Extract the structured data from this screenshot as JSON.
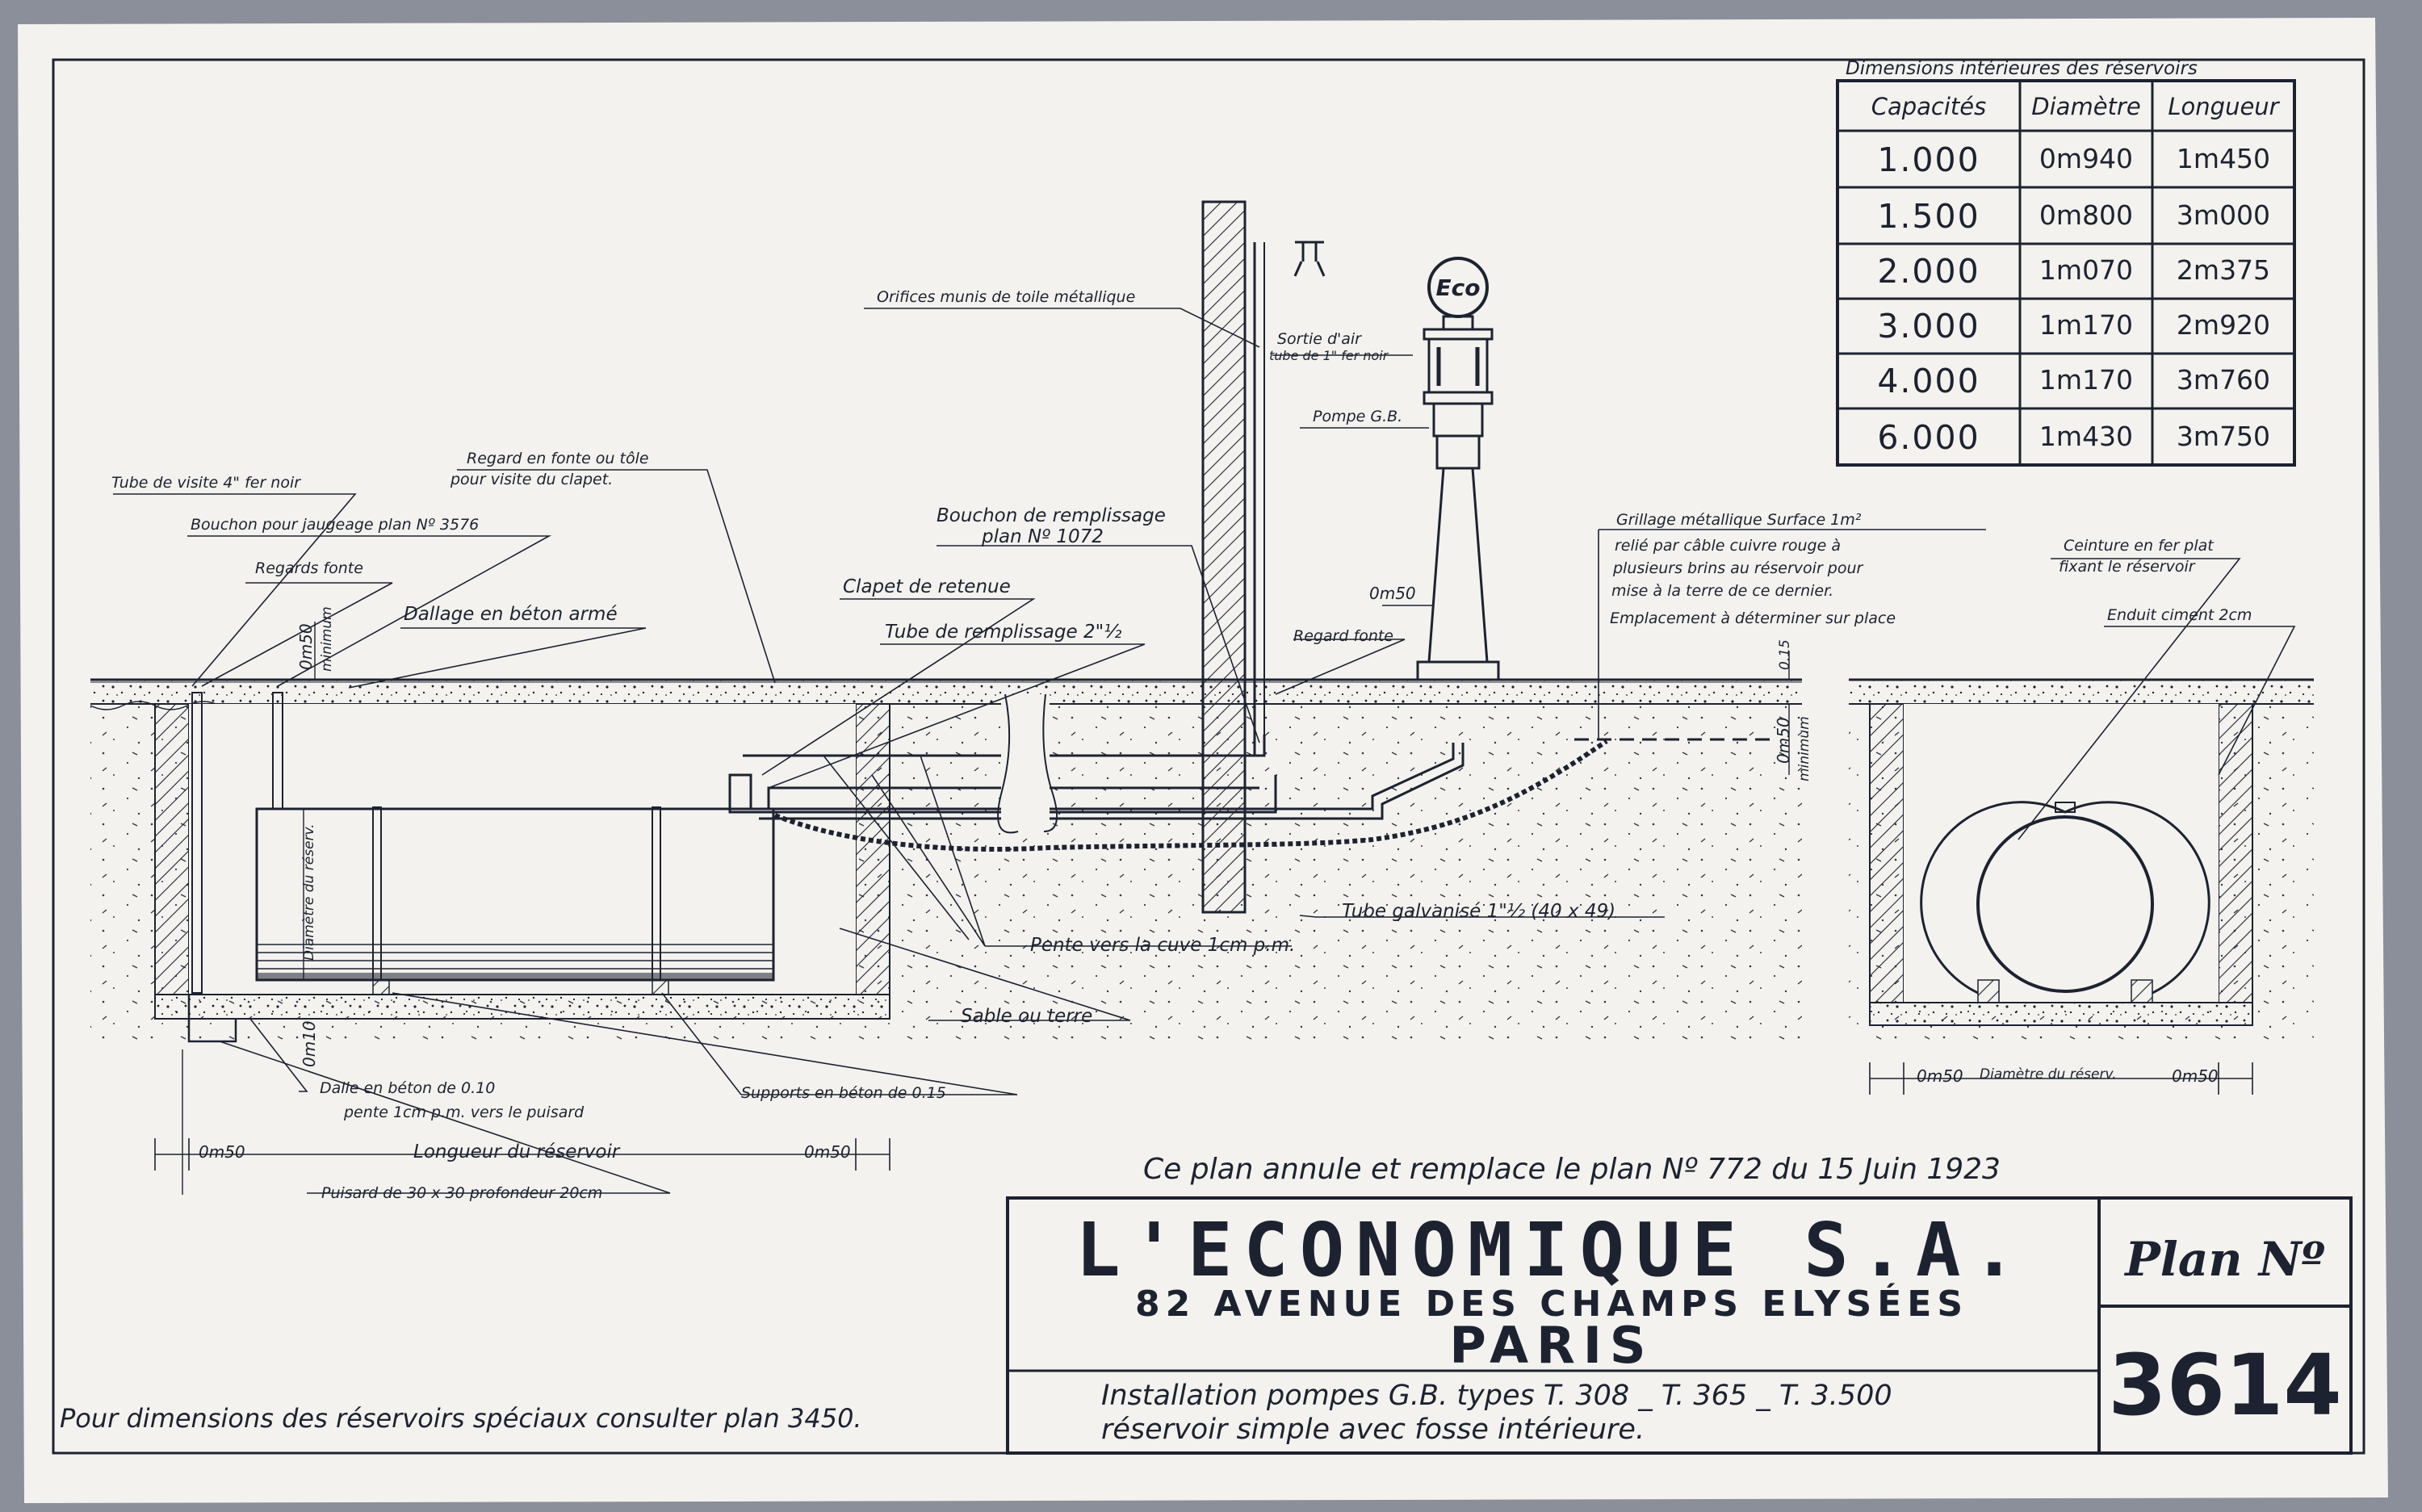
{
  "table": {
    "title": "Dimensions intérieures des réservoirs",
    "headers": [
      "Capacités",
      "Diamètre",
      "Longueur"
    ],
    "rows": [
      {
        "capacite": "1.000",
        "diametre": "0m940",
        "longueur": "1m450"
      },
      {
        "capacite": "1.500",
        "diametre": "0m800",
        "longueur": "3m000"
      },
      {
        "capacite": "2.000",
        "diametre": "1m070",
        "longueur": "2m375"
      },
      {
        "capacite": "3.000",
        "diametre": "1m170",
        "longueur": "2m920"
      },
      {
        "capacite": "4.000",
        "diametre": "1m170",
        "longueur": "3m760"
      },
      {
        "capacite": "6.000",
        "diametre": "1m430",
        "longueur": "3m750"
      }
    ]
  },
  "labels": {
    "tube_visite": "Tube de visite 4\" fer noir",
    "bouchon_jaugeage": "Bouchon pour jaugeage plan Nº 3576",
    "regards_fonte": "Regards fonte",
    "regard_fonte_tole_1": "Regard en fonte ou tôle",
    "regard_fonte_tole_2": "pour visite du clapet.",
    "dallage": "Dallage en béton armé",
    "orifices": "Orifices munis de toile métallique",
    "sortie_air_1": "Sortie d'air",
    "sortie_air_2": "tube de 1\" fer noir",
    "pompe_gb": "Pompe G.B.",
    "eco": "Eco",
    "bouchon_remplissage_1": "Bouchon de remplissage",
    "bouchon_remplissage_2": "plan Nº 1072",
    "clapet": "Clapet de retenue",
    "tube_remplissage": "Tube de remplissage 2\"½",
    "regard_fonte": "Regard fonte",
    "grillage_1": "Grillage métallique Surface 1m²",
    "grillage_2": "relié par câble cuivre rouge à",
    "grillage_3": "plusieurs brins au réservoir pour",
    "grillage_4": "mise à la terre de ce dernier.",
    "grillage_5": "Emplacement à déterminer sur place",
    "ceinture_1": "Ceinture en fer plat",
    "ceinture_2": "fixant le réservoir",
    "enduit": "Enduit ciment 2cm",
    "tube_galvanise": "Tube galvanisé 1\"½ (40 x 49)",
    "pente": "Pente vers la cuve 1cm p.m.",
    "sable": "Sable ou terre",
    "supports": "Supports en béton de 0.15",
    "dalle_1": "Dalle en béton de 0.10",
    "dalle_2": "pente 1cm p.m. vers le puisard",
    "longueur": "Longueur du réservoir",
    "puisard": "Puisard de 30 x 30 profondeur 20cm",
    "diametre_reserv_v": "Diamètre du réserv.",
    "diametre_reserv_h": "Diamètre du réserv.",
    "dim_050_a": "0m50",
    "dim_050_b": "0m50",
    "dim_050_c": "0m50",
    "dim_050_d": "0m50",
    "dim_050_e": "0m50",
    "dim_050_f": "0m50",
    "dim_050_g": "0m50",
    "dim_010": "0m10",
    "dim_015": "0.15",
    "minimum_a": "minimum",
    "minimum_b": "minimum"
  },
  "annule": "Ce plan annule et remplace le plan Nº 772 du 15 Juin 1923",
  "title_block": {
    "company": "L'ECONOMIQUE S.A.",
    "address": "82 AVENUE DES CHAMPS ELYSÉES",
    "city": "PARIS",
    "desc_1": "Installation pompes G.B. types T. 308 _ T. 365 _ T. 3.500",
    "desc_2": "réservoir simple avec fosse  intérieure.",
    "plan_label": "Plan Nº",
    "plan_number": "3614"
  },
  "footnote": "Pour dimensions des réservoirs spéciaux consulter plan 3450."
}
